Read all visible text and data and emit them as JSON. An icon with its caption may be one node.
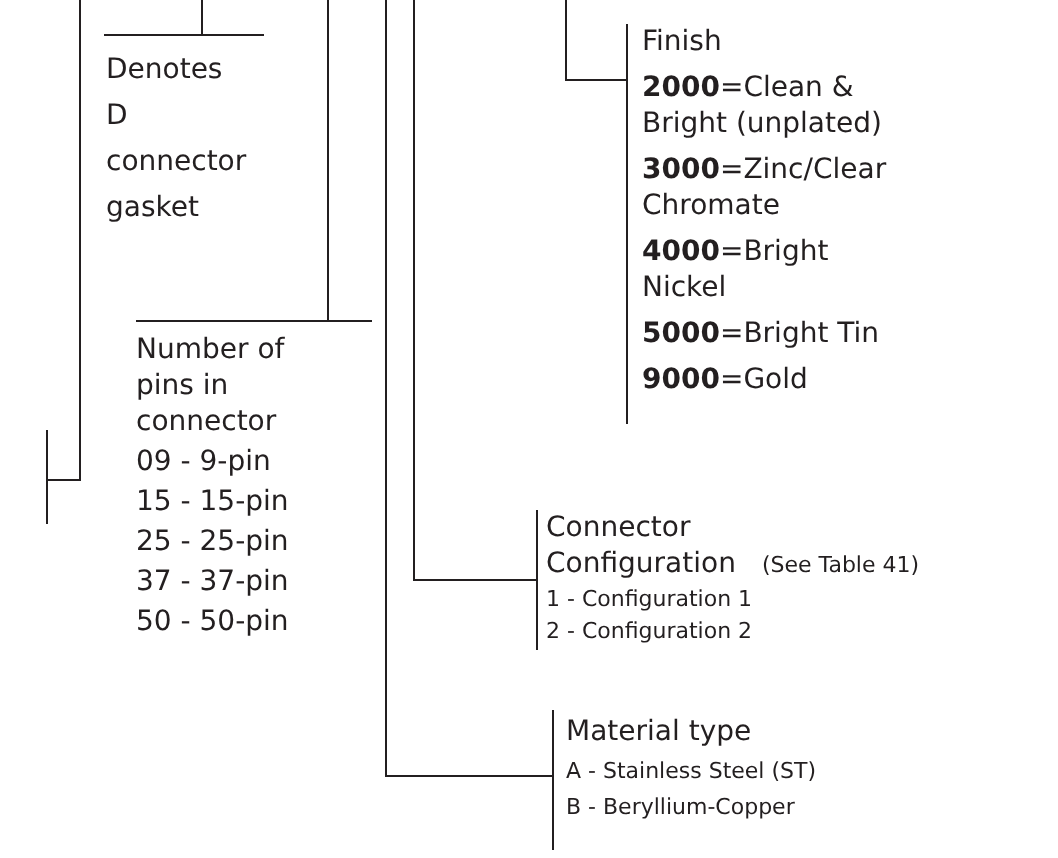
{
  "diagram": {
    "nodes": [
      {
        "text": [
          "Finish",
          "**2000**=Clean & Bright (unplated)",
          "**3000**=Zinc/Clear Chromate",
          "**4000**=Bright Nickel",
          "**5000**=Bright Tin",
          "**9000**=Gold"
        ]
      },
      {
        "text": [
          "Denotes D connector gasket"
        ]
      },
      {
        "text": [
          "Number of pins in connector",
          "09 - 9-pin",
          "15 - 15-pin",
          "25 - 25-pin",
          "37 - 37-pin",
          "50 - 50-pin"
        ]
      },
      {
        "text": [],
        "shape": "bar"
      },
      {
        "text": [
          "Connector Configuration",
          "(See Table 41)",
          "1 - Configuration 1",
          "2 - Configuration 2"
        ]
      },
      {
        "text": [
          "Material type",
          "A - Stainless Steel (ST)",
          "B - Beryllium-Copper"
        ]
      }
    ],
    "edges": [
      {
        "from": null,
        "to": 0,
        "arrow": "none"
      },
      {
        "from": null,
        "to": 1,
        "arrow": "none"
      },
      {
        "from": null,
        "to": 2,
        "arrow": "none"
      },
      {
        "from": null,
        "to": 3,
        "arrow": "none"
      },
      {
        "from": null,
        "to": 4,
        "arrow": "none"
      },
      {
        "from": null,
        "to": 5,
        "arrow": "none"
      }
    ]
  }
}
